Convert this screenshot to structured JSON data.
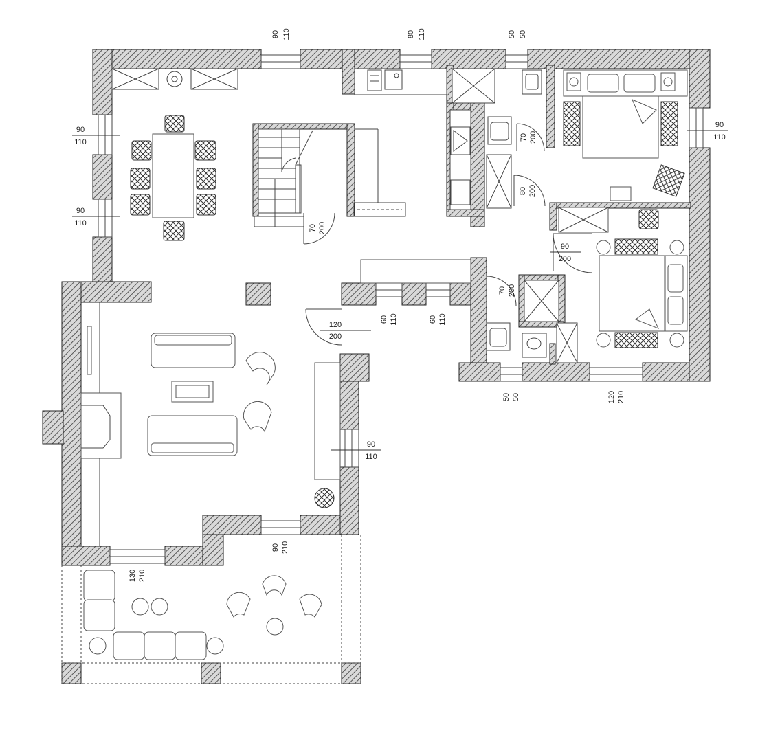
{
  "dimension_labels": [
    {
      "id": "win-top-1",
      "top": "90",
      "bottom": "110"
    },
    {
      "id": "win-top-2",
      "top": "80",
      "bottom": "110"
    },
    {
      "id": "win-top-3",
      "top": "50",
      "bottom": "50"
    },
    {
      "id": "win-left-1",
      "top": "90",
      "bottom": "110"
    },
    {
      "id": "win-left-2",
      "top": "90",
      "bottom": "110"
    },
    {
      "id": "win-right-1",
      "top": "90",
      "bottom": "110"
    },
    {
      "id": "door-stair",
      "top": "70",
      "bottom": "200"
    },
    {
      "id": "door-bath-1",
      "top": "70",
      "bottom": "200"
    },
    {
      "id": "door-bed-1",
      "top": "80",
      "bottom": "200"
    },
    {
      "id": "door-bed-2",
      "top": "90",
      "bottom": "200"
    },
    {
      "id": "door-bath-2",
      "top": "70",
      "bottom": "200"
    },
    {
      "id": "door-entry",
      "top": "120",
      "bottom": "200"
    },
    {
      "id": "win-hall-1",
      "top": "60",
      "bottom": "110"
    },
    {
      "id": "win-hall-2",
      "top": "60",
      "bottom": "110"
    },
    {
      "id": "win-bath-bottom",
      "top": "50",
      "bottom": "50"
    },
    {
      "id": "win-bed-bottom",
      "top": "120",
      "bottom": "210"
    },
    {
      "id": "win-living-right",
      "top": "90",
      "bottom": "110"
    },
    {
      "id": "door-living-bottom",
      "top": "90",
      "bottom": "210"
    },
    {
      "id": "door-terrace",
      "top": "130",
      "bottom": "210"
    }
  ],
  "colors": {
    "wall_hatch": "#555555",
    "line": "#333333",
    "background": "#ffffff"
  }
}
